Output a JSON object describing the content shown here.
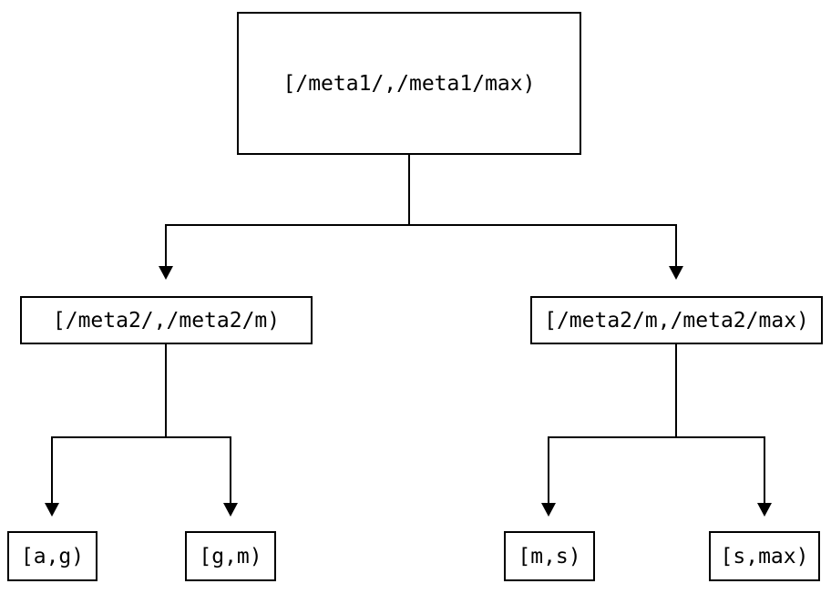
{
  "diagram": {
    "type": "binary-interval-tree",
    "background_color": "#ffffff",
    "line_color": "#000000",
    "text_color": "#000000"
  },
  "nodes": {
    "root": {
      "label": "[/meta1/,/meta1/max)"
    },
    "left_child": {
      "label": "[/meta2/,/meta2/m)"
    },
    "right_child": {
      "label": "[/meta2/m,/meta2/max)"
    },
    "leaf_ag": {
      "label": "[a,g)"
    },
    "leaf_gm": {
      "label": "[g,m)"
    },
    "leaf_ms": {
      "label": "[m,s)"
    },
    "leaf_smax": {
      "label": "[s,max)"
    }
  },
  "tree": {
    "root": "[/meta1/,/meta1/max)",
    "children": [
      {
        "label": "[/meta2/,/meta2/m)",
        "children": [
          "[a,g)",
          "[g,m)"
        ]
      },
      {
        "label": "[/meta2/m,/meta2/max)",
        "children": [
          "[m,s)",
          "[s,max)"
        ]
      }
    ]
  }
}
